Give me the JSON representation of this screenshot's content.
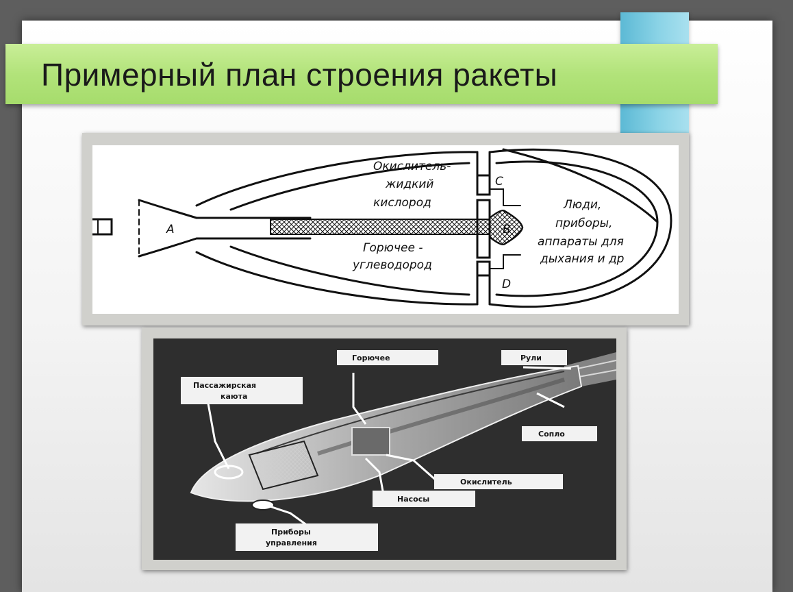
{
  "title": "Примерный план строения ракеты",
  "diagram1": {
    "point_labels": [
      "A",
      "B",
      "C",
      "D"
    ],
    "oxidizer": [
      "Окислитель-",
      "жидкий",
      "кислород"
    ],
    "fuel": [
      "Горючее -",
      "углеводород"
    ],
    "cabin": [
      "Люди,",
      "приборы,",
      "аппараты для",
      "дыхания и др"
    ]
  },
  "diagram2": {
    "fuel": "Горючее",
    "rudders": "Рули",
    "passenger_cabin": [
      "Пассажирская",
      "каюта"
    ],
    "nozzle": "Сопло",
    "oxidizer": "Окислитель",
    "pumps": "Насосы",
    "control_instruments": [
      "Приборы",
      "управления"
    ]
  }
}
